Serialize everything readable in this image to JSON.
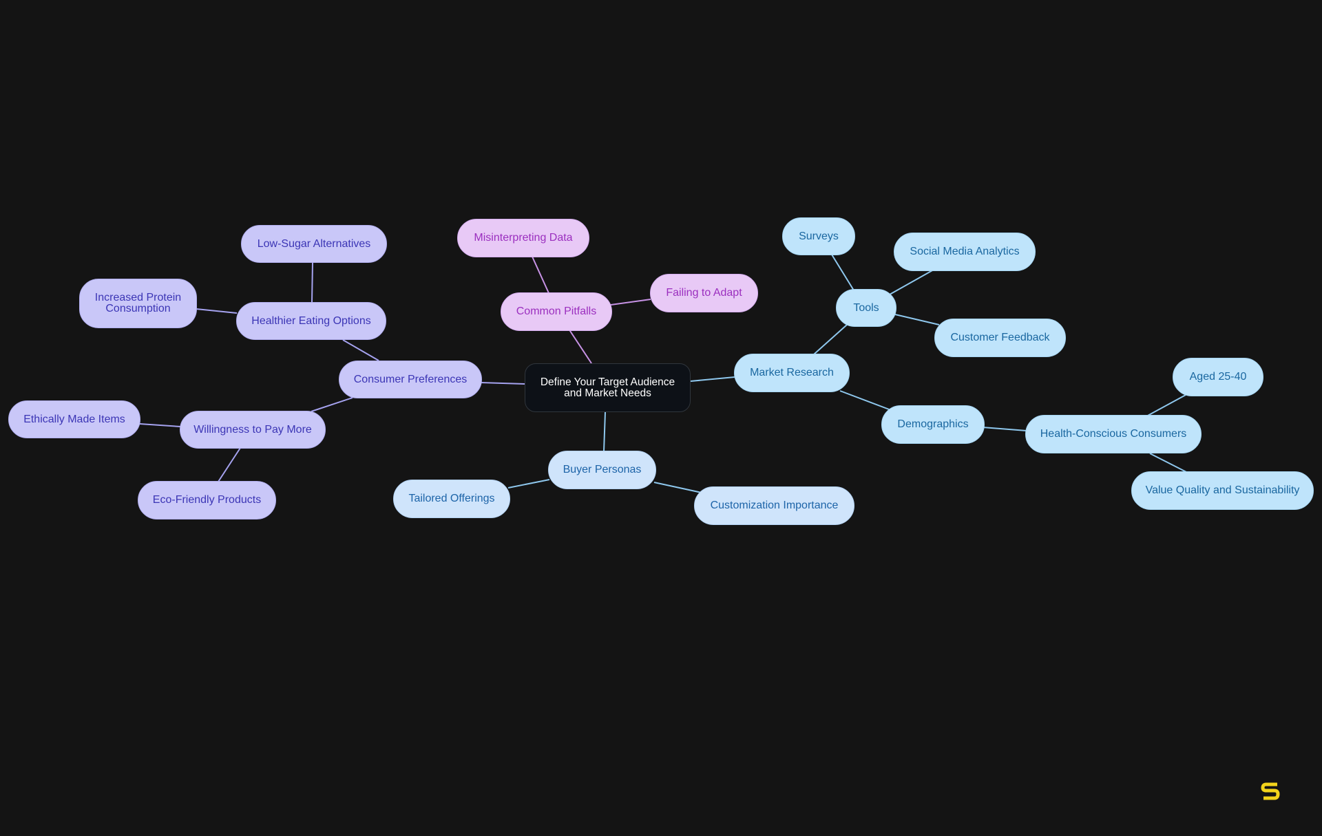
{
  "diagram": {
    "root": {
      "label": "Define Your Target Audience and Market Needs"
    },
    "branches": {
      "consumer_preferences": {
        "label": "Consumer Preferences",
        "healthier_eating": {
          "label": "Healthier Eating Options",
          "low_sugar": "Low-Sugar Alternatives",
          "protein": "Increased Protein Consumption"
        },
        "pay_more": {
          "label": "Willingness to Pay More",
          "ethical": "Ethically Made Items",
          "eco": "Eco-Friendly Products"
        }
      },
      "common_pitfalls": {
        "label": "Common Pitfalls",
        "misinterpreting": "Misinterpreting Data",
        "failing": "Failing to Adapt"
      },
      "market_research": {
        "label": "Market Research",
        "tools": {
          "label": "Tools",
          "surveys": "Surveys",
          "social": "Social Media Analytics",
          "feedback": "Customer Feedback"
        },
        "demographics": {
          "label": "Demographics",
          "health_conscious": {
            "label": "Health-Conscious Consumers",
            "aged": "Aged 25-40",
            "value": "Value Quality and Sustainability"
          }
        }
      },
      "buyer_personas": {
        "label": "Buyer Personas",
        "tailored": "Tailored Offerings",
        "customization": "Customization Importance"
      }
    }
  },
  "colors": {
    "background": "#141414",
    "purple_branch": "#c9c7f8",
    "pink_branch": "#e8c9f6",
    "blue_branch": "#bfe4fb",
    "light_blue_branch": "#cfe4fb",
    "logo": "#f2d31b"
  },
  "icons": {
    "corner_logo": "logo-icon"
  }
}
